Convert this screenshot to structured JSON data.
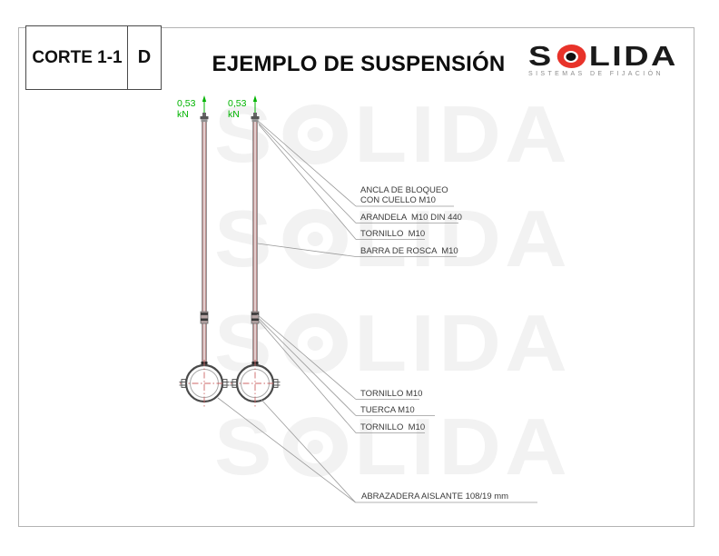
{
  "header": {
    "corte_label": "CORTE 1-1",
    "detail_label": "D",
    "title": "EJEMPLO DE SUSPENSIÓN"
  },
  "logo": {
    "part1": "S",
    "part2": "LIDA",
    "tagline": "SISTEMAS DE FIJACIÓN"
  },
  "watermark": {
    "part1": "S",
    "part2": "LIDA"
  },
  "loads": {
    "left": {
      "value": "0,53",
      "unit": "kN"
    },
    "right": {
      "value": "0,53",
      "unit": "kN"
    }
  },
  "labels": {
    "ancla_line1": "ANCLA DE BLOQUEO",
    "ancla_line2": "CON CUELLO M10",
    "arandela": "ARANDELA  M10 DIN 440",
    "tornillo_superior": "TORNILLO  M10",
    "barra": "BARRA DE ROSCA  M10",
    "tornillo_medio": "TORNILLO M10",
    "tuerca": "TUERCA M10",
    "tornillo_inferior": "TORNILLO  M10",
    "abrazadera": "ABRAZADERA AISLANTE 108/19 mm"
  },
  "colors": {
    "load_green": "#00b400",
    "logo_red": "#e8332a",
    "centerline_red": "#cc6666",
    "watermark_gray": "#f2f2f2"
  }
}
